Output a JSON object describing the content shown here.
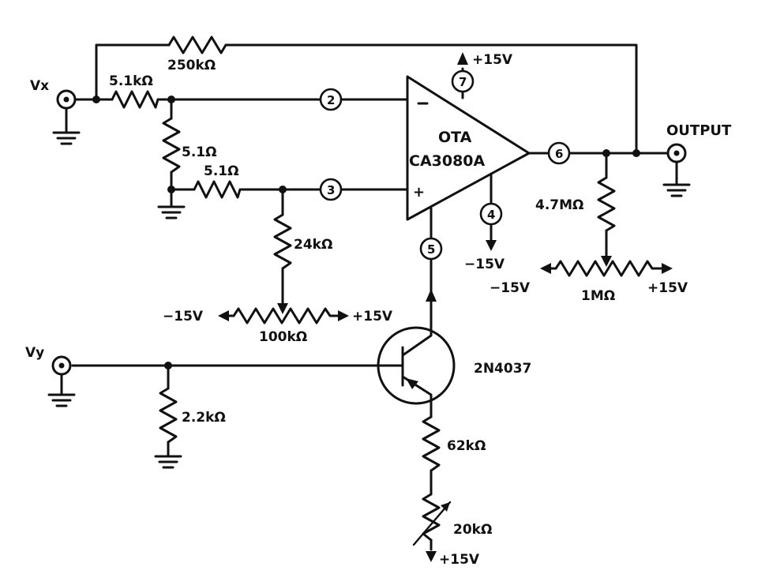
{
  "amplifier": {
    "type": "OTA",
    "part": "CA3080A",
    "minus": "−",
    "plus": "+"
  },
  "pins": {
    "p2": "2",
    "p3": "3",
    "p4": "4",
    "p5": "5",
    "p6": "6",
    "p7": "7"
  },
  "components": {
    "r_feedback": "250kΩ",
    "r_in": "5.1kΩ",
    "r_shunt": "5.1Ω",
    "r_series": "5.1Ω",
    "r_bias": "24kΩ",
    "pot_offset": "100kΩ",
    "r_out": "4.7MΩ",
    "pot_out": "1MΩ",
    "r_base": "2.2kΩ",
    "transistor": "2N4037",
    "r_emitter": "62kΩ",
    "pot_emitter": "20kΩ"
  },
  "supplies": {
    "p7": "+15V",
    "p4": "−15V",
    "pot_offset_left": "−15V",
    "pot_offset_right": "+15V",
    "pot_out_left": "−15V",
    "pot_out_right": "+15V",
    "emitter": "+15V"
  },
  "ports": {
    "input_x": "Vx",
    "input_y": "Vy",
    "output": "OUTPUT"
  }
}
